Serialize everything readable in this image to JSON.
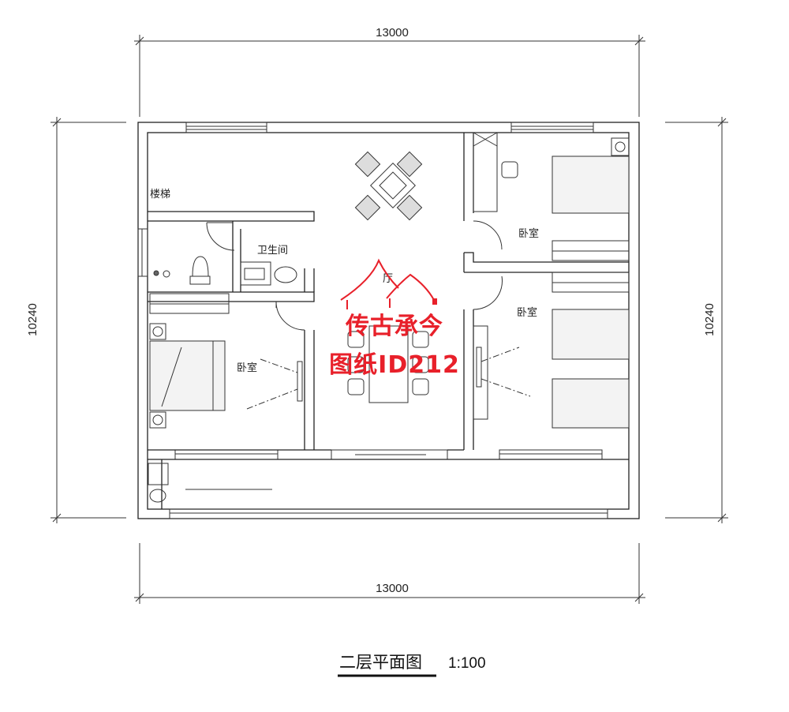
{
  "dimensions": {
    "top": "13000",
    "bottom": "13000",
    "left": "10240",
    "right": "10240"
  },
  "rooms": {
    "stairs": "楼梯",
    "bathroom": "卫生间",
    "hall": "厅",
    "bedroom_left": "卧室",
    "bedroom_right_top": "卧室",
    "bedroom_right_bottom": "卧室"
  },
  "watermark": {
    "line1": "传古承今",
    "line2": "图纸ID212",
    "color": "#e8202a"
  },
  "title": {
    "name": "二层平面图",
    "scale": "1:100"
  }
}
